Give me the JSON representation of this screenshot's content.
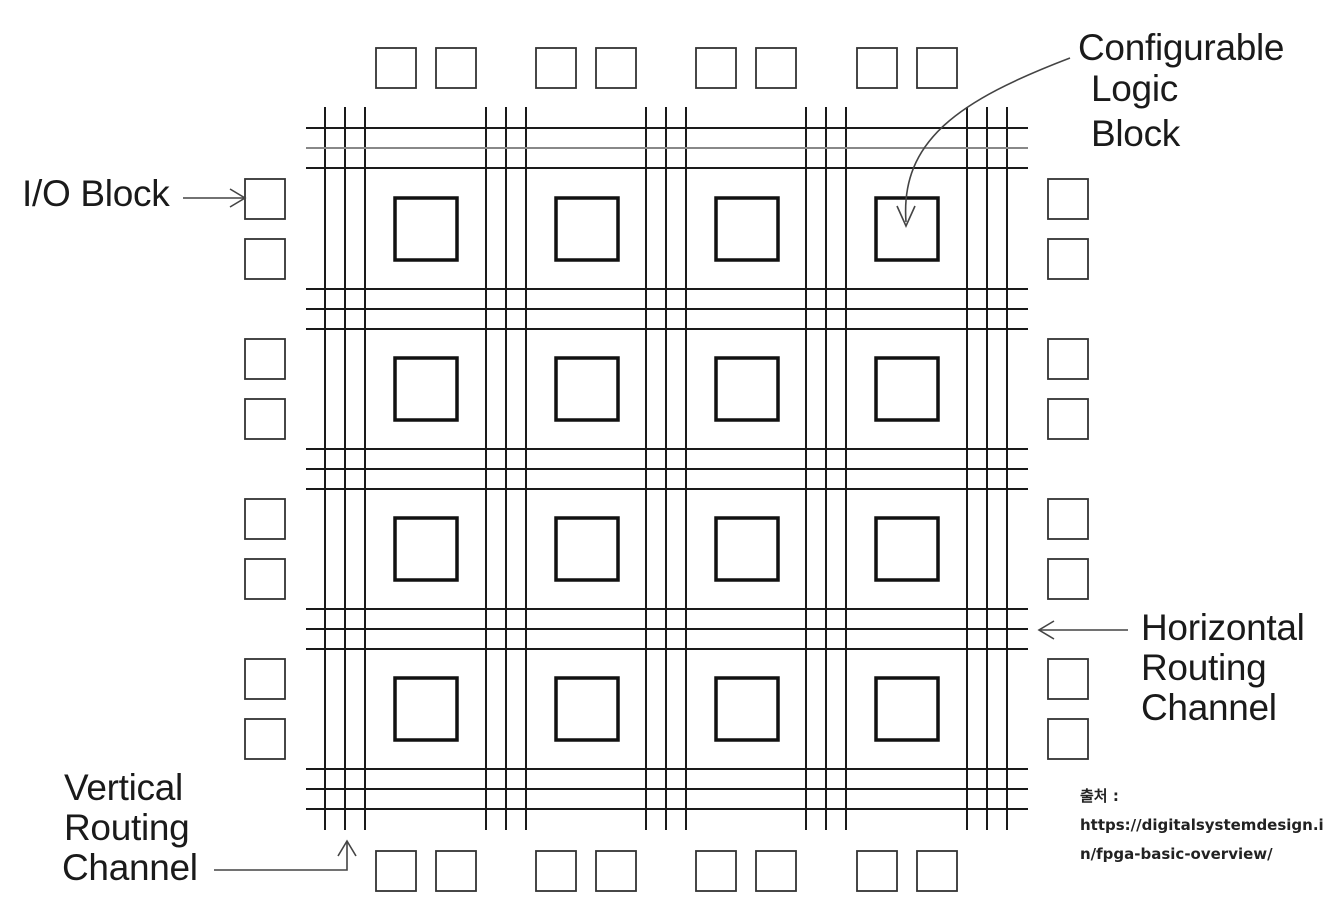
{
  "labels": {
    "clb": [
      "Configurable",
      "Logic",
      "Block"
    ],
    "io": "I/O Block",
    "horizontal": [
      "Horizontal",
      "Routing",
      "Channel"
    ],
    "vertical": [
      "Vertical",
      "Routing",
      "Channel"
    ]
  },
  "source": {
    "prefix": "출처 :",
    "line1": "https://digitalsystemdesign.i",
    "line2": "n/fpga-basic-overview/"
  },
  "grid": {
    "rows": 4,
    "cols": 4,
    "tracks_per_channel": 3
  },
  "colors": {
    "line": "#1a1a1a",
    "block_stroke": "#111111",
    "arrow": "#444444",
    "background": "#ffffff"
  }
}
